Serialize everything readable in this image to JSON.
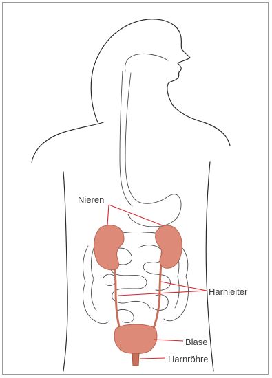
{
  "labels": {
    "nieren": "Nieren",
    "harnleiter": "Harnleiter",
    "blase": "Blase",
    "harnroehre": "Harnröhre"
  },
  "colors": {
    "organ": "#de8a78",
    "leader_line": "#d9262b",
    "outline": "#2a2a2a",
    "frame": "#9a9a9a"
  }
}
